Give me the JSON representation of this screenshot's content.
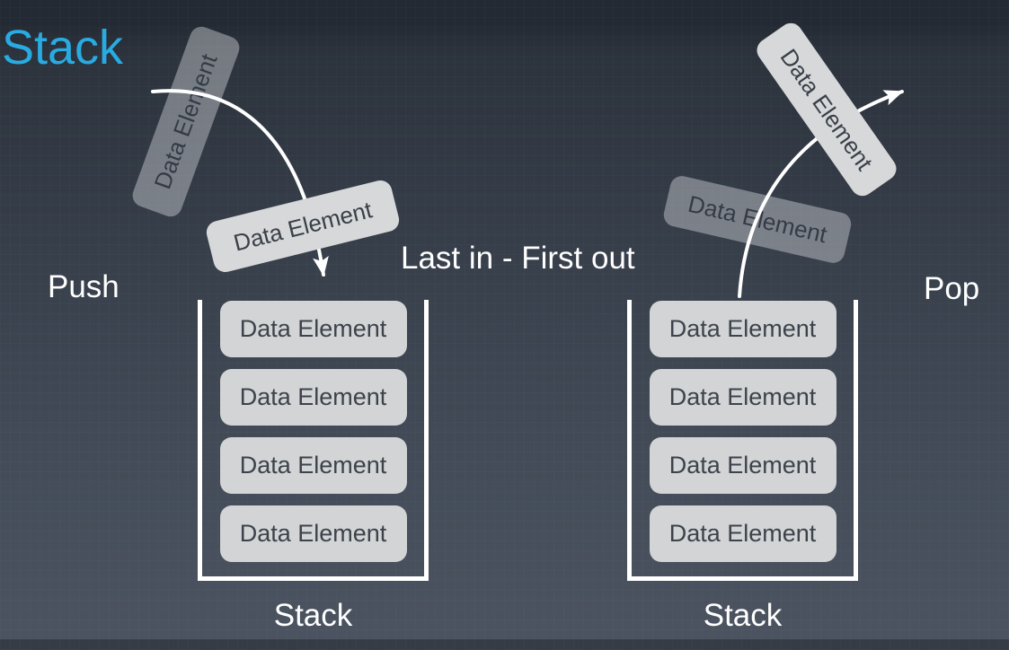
{
  "title": "Stack",
  "push_label": "Push",
  "pop_label": "Pop",
  "lifo_label": "Last in - First out",
  "left_stack": {
    "caption": "Stack",
    "items": [
      "Data Element",
      "Data Element",
      "Data Element",
      "Data Element"
    ]
  },
  "right_stack": {
    "caption": "Stack",
    "items": [
      "Data Element",
      "Data Element",
      "Data Element",
      "Data Element"
    ]
  },
  "floating": {
    "push_ghost": "Data Element",
    "push_incoming": "Data Element",
    "pop_ghost": "Data Element",
    "pop_outgoing": "Data Element"
  },
  "colors": {
    "title": "#29ABE2",
    "background_top": "#242A33",
    "background_bottom": "#4A535F",
    "box_fill": "#D2D4D5",
    "box_text": "#3D434B",
    "line": "#FFFFFF"
  }
}
